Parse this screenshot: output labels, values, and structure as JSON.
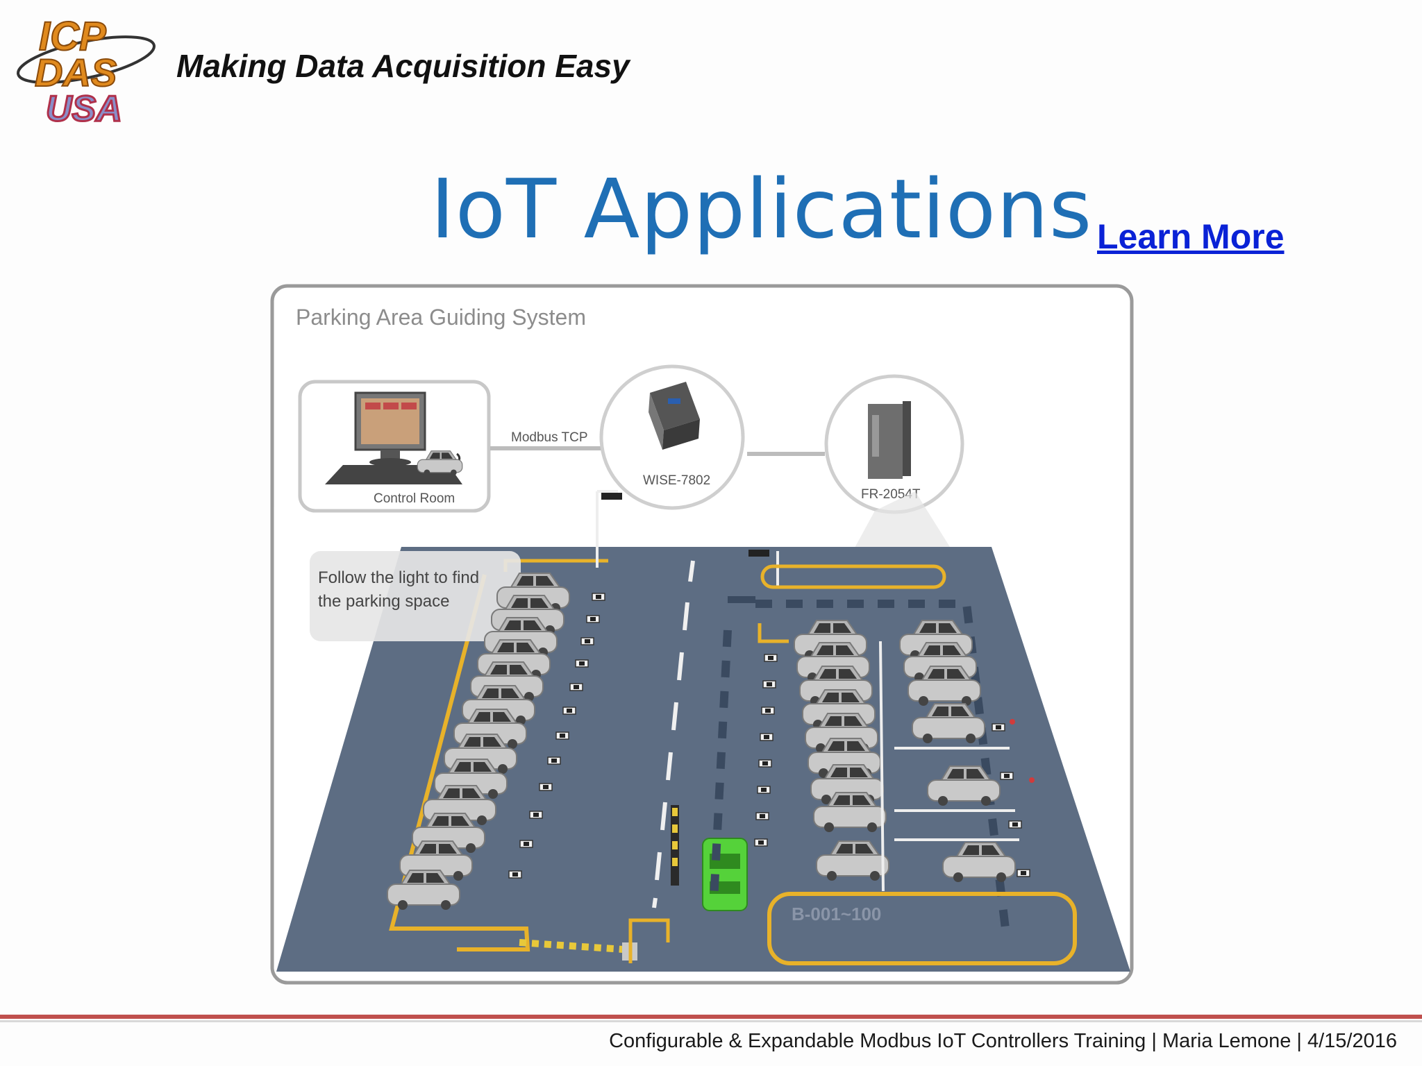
{
  "header": {
    "logo_lines": [
      "ICP",
      "DAS",
      "USA"
    ],
    "tagline": "Making Data Acquisition Easy"
  },
  "slide": {
    "title": "IoT Applications",
    "learn_more": "Learn More"
  },
  "diagram": {
    "title": "Parking Area Guiding System",
    "control_room_label": "Control Room",
    "protocol_label": "Modbus TCP",
    "controller_label": "WISE-7802",
    "io_module_label": "FR-2054T",
    "callout_line1": "Follow the light to find",
    "callout_line2": "the parking space",
    "zone_label": "B-001~100",
    "colors": {
      "asphalt": "#5d6d83",
      "lane_marking": "#e8b22a",
      "guided_car": "#55d23a"
    }
  },
  "footer": {
    "text": "Configurable & Expandable Modbus IoT Controllers Training | Maria Lemone | 4/15/2016"
  },
  "colors": {
    "title": "#1f6fb5",
    "link": "#0a22d6",
    "footer_rule": "#c0504d"
  }
}
